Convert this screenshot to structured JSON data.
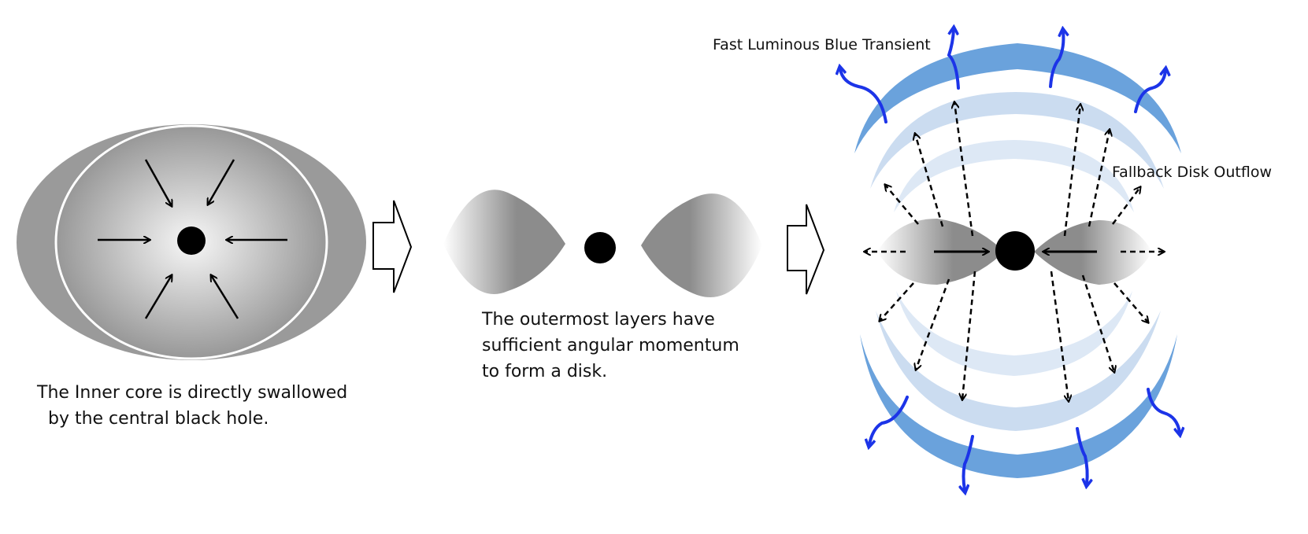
{
  "panel1": {
    "caption_lines": [
      "The Inner core is directly swallowed",
      "  by the central black hole."
    ]
  },
  "panel2": {
    "caption_lines": [
      "The outermost layers have",
      "sufficient angular momentum",
      "to form a disk."
    ]
  },
  "panel3": {
    "label_top": "Fast Luminous Blue Transient",
    "label_right": "Fallback Disk Outflow"
  },
  "colors": {
    "outflow_blue": "#1c34e8",
    "shell_blue": "#6aa2dc",
    "shell_light": "#c8daf0",
    "gray_mid": "#8a8a8a"
  },
  "icons": [
    "black-hole-icon",
    "flow-arrow-icon"
  ]
}
